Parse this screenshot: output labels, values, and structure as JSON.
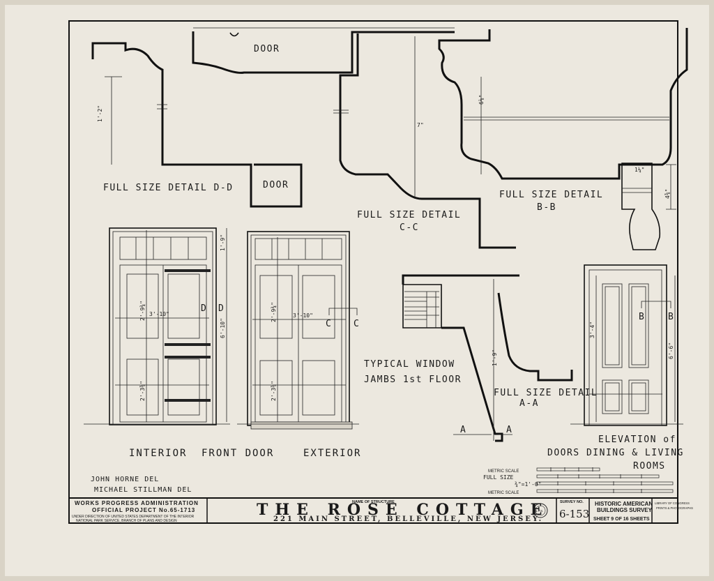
{
  "details": {
    "dd_label": "FULL SIZE DETAIL  D-D",
    "dd_dim": "1'-2\"",
    "door_top": "DOOR",
    "door_bottom": "DOOR",
    "cc_label_1": "FULL SIZE DETAIL",
    "cc_label_2": "C-C",
    "cc_dim": "7\"",
    "bb_label_1": "FULL SIZE DETAIL",
    "bb_label_2": "B-B",
    "bb_dim_1": "6⅛\"",
    "bb_dim_2": "1¼\"",
    "bb_dim_3": "4⅜\"",
    "aa_label_1": "FULL SIZE DETAIL",
    "aa_label_2": "A-A",
    "aa_dim": "1'-9\"",
    "window_label_1": "TYPICAL WINDOW",
    "window_label_2": "JAMBS 1st FLOOR",
    "section_a": "A"
  },
  "elevations": {
    "interior_label": "INTERIOR",
    "front_door_label": "FRONT DOOR",
    "exterior_label": "EXTERIOR",
    "elevation_label_1": "ELEVATION of",
    "elevation_label_2": "DOORS DINING & LIVING",
    "elevation_label_3": "ROOMS",
    "door_height": "6'-10\"",
    "transom_height": "1'-9\"",
    "door_width": "3'-10\"",
    "panel_upper": "2'-9¾\"",
    "panel_lower": "2'-3⅜\"",
    "inner_width": "3'-4\"",
    "inner_height": "6'-6\"",
    "section_d": "D",
    "section_c": "C",
    "section_b": "B"
  },
  "credits": {
    "del_1": "JOHN HORNE  DEL",
    "del_2": "MICHAEL STILLMAN  DEL"
  },
  "scales": {
    "metric_1": "METRIC SCALE",
    "full_size": "FULL SIZE",
    "three_quarter": "¾\"=1'-0\"",
    "metric_2": "METRIC SCALE"
  },
  "title_block": {
    "wpa_1": "WORKS PROGRESS ADMINISTRATION",
    "wpa_2": "OFFICIAL PROJECT No.65-1713",
    "wpa_3": "UNDER DIRECTION OF UNITED STATES DEPARTMENT OF THE INTERIOR",
    "wpa_4": "NATIONAL PARK SERVICE, BRANCH OF PLANS AND DESIGN",
    "name_caption": "NAME OF STRUCTURE",
    "structure_name": "THE ROSE COTTAGE",
    "address": "221 MAIN STREET, BELLEVILLE, NEW JERSEY.",
    "survey_caption": "SURVEY NO.",
    "survey_no": "6-153",
    "habs_1": "HISTORIC AMERICAN",
    "habs_2": "BUILDINGS SURVEY",
    "sheet_text": "SHEET 9 OF 16 SHEETS",
    "stamp_text": "LIBRARY OF CONGRESS",
    "stamp_text_2": "PRINTS & PHOTOGRAPHS",
    "seal_text": "N.P.S."
  }
}
